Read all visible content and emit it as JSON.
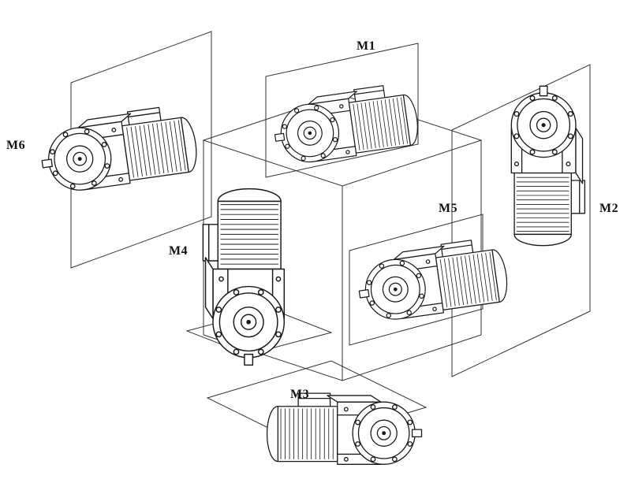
{
  "diagram": {
    "positions": [
      {
        "id": "M1",
        "label": "M1",
        "placement": "top"
      },
      {
        "id": "M2",
        "label": "M2",
        "placement": "right"
      },
      {
        "id": "M3",
        "label": "M3",
        "placement": "bottom"
      },
      {
        "id": "M4",
        "label": "M4",
        "placement": "front-left"
      },
      {
        "id": "M5",
        "label": "M5",
        "placement": "front-right"
      },
      {
        "id": "M6",
        "label": "M6",
        "placement": "left"
      }
    ],
    "colors": {
      "line": "#1a1a1a",
      "background": "#ffffff"
    }
  }
}
